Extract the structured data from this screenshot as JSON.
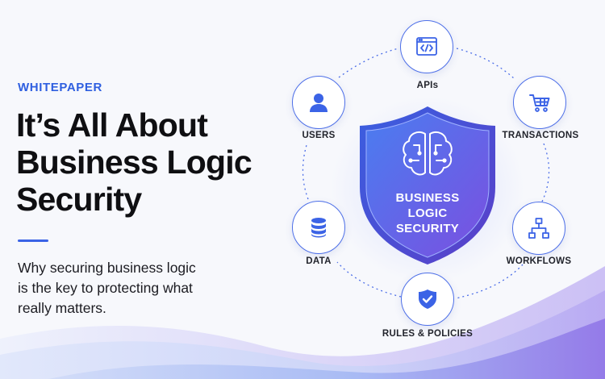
{
  "eyebrow": "WHITEPAPER",
  "title": {
    "line1": "It’s All About",
    "line2": "Business Logic",
    "line3": "Security"
  },
  "subtitle": {
    "line1": "Why securing business logic",
    "line2": "is the key to protecting what",
    "line3": "really matters."
  },
  "shield": {
    "line1": "BUSINESS",
    "line2": "LOGIC",
    "line3": "SECURITY",
    "icon": "brain-circuit-icon"
  },
  "nodes": [
    {
      "label": "APIs",
      "icon": "code-window-icon"
    },
    {
      "label": "TRANSACTIONS",
      "icon": "cart-icon"
    },
    {
      "label": "WORKFLOWS",
      "icon": "workflow-icon"
    },
    {
      "label": "RULES & POLICIES",
      "icon": "shield-check-icon"
    },
    {
      "label": "DATA",
      "icon": "database-icon"
    },
    {
      "label": "USERS",
      "icon": "user-icon"
    }
  ],
  "colors": {
    "accent": "#2f5fe0",
    "node_border": "#4d6fe8",
    "shield_top": "#4a7df0",
    "shield_bottom": "#7b4fe0",
    "text_dark": "#0f0f12"
  }
}
